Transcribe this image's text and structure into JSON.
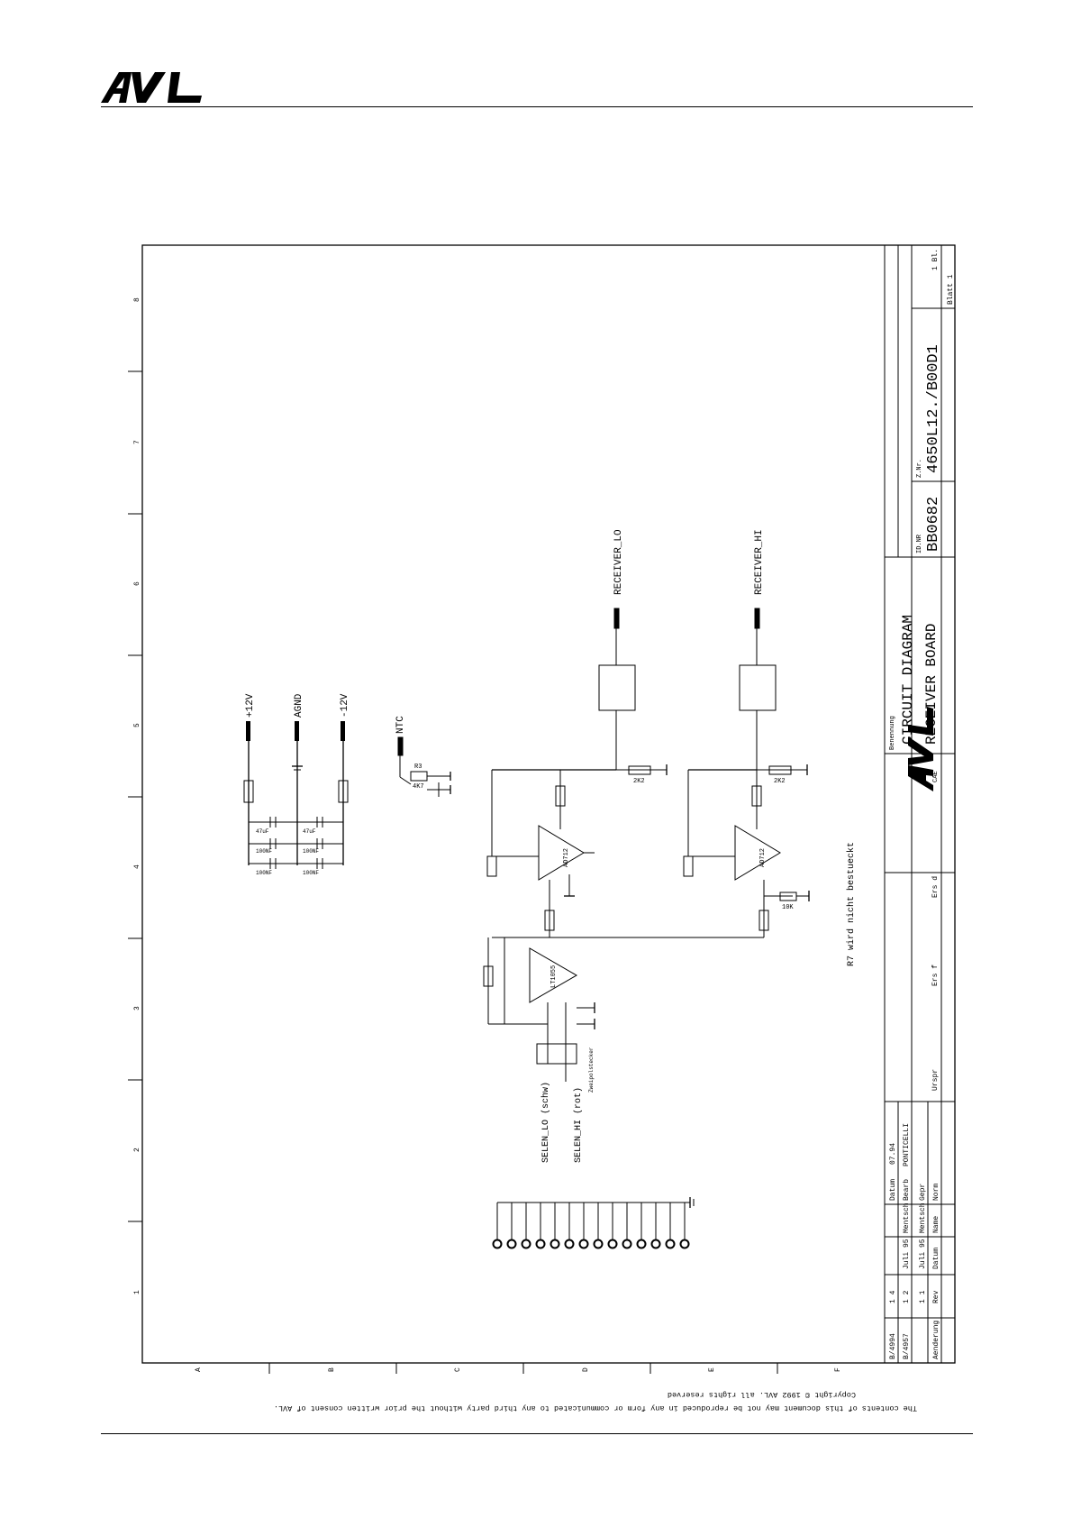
{
  "header": {
    "logo_text": "AVL"
  },
  "title_block": {
    "benennung_label": "Benennung",
    "title_line1": "CIRCUIT DIAGRAM",
    "title_line2": "RECEIVER BOARD",
    "id_label": "ID.NR",
    "id_value": "BB0682",
    "znr_label": "Z.Nr.",
    "znr_value": "4650L12./B00D1",
    "blatt_label": "Blatt 1",
    "blatt_count": "1 Bl.",
    "cae_label": "CAE",
    "ers_d": "Ers d",
    "ers_f": "Ers f",
    "urspr": "Urspr",
    "datum_label": "Datum",
    "datum_value": "07.94",
    "bearb_label": "Bearb",
    "bearb_value": "PONTICELLI",
    "gepr_label": "Gepr",
    "norm_label": "Norm",
    "rev_rows": [
      {
        "doc": "B/4994",
        "rev": "1 4",
        "date": "",
        "name": ""
      },
      {
        "doc": "B/4957",
        "rev": "1 2",
        "date": "Juli 95",
        "name": "Mentsch"
      },
      {
        "doc": "",
        "rev": "1 1",
        "date": "Juli 95",
        "name": "Mentsch"
      }
    ],
    "aenderung_label": "Aenderung",
    "rev_label": "Rev",
    "datum_col_label": "Datum",
    "name_label": "Name"
  },
  "schematic": {
    "power_labels": [
      "+12V",
      "AGND",
      "-12V"
    ],
    "ntc_label": "NTC",
    "receiver_lo": "RECEIVER_LO",
    "receiver_hi": "RECEIVER_HI",
    "selen_lo": "SELEN_LO (schw)",
    "selen_hi": "SELEN_HI (rot)",
    "note_r7": "R7 wird nicht bestueckt",
    "opamp_ad712": "AD712",
    "opamp_lt": "LT1055",
    "r10_value": "2K2",
    "r5_value": "2K2",
    "r3_label": "R3",
    "r3_value": "4K7",
    "r7_value": "10K",
    "cap_values": [
      "47uF",
      "47uF",
      "100NF",
      "100NF",
      "100NF",
      "100NF"
    ],
    "zero_label": "Zweipolstecker"
  },
  "border": {
    "rows": [
      "A",
      "B",
      "C",
      "D",
      "E",
      "F"
    ],
    "cols": [
      "1",
      "2",
      "3",
      "4",
      "5",
      "6",
      "7",
      "8"
    ]
  },
  "copyright": {
    "line1": "Copyright © 1992 AVL. all rights reserved",
    "line2": "The contents of this document may not be reproduced in any form or communicated to any third party without the prior written consent of AVL."
  }
}
